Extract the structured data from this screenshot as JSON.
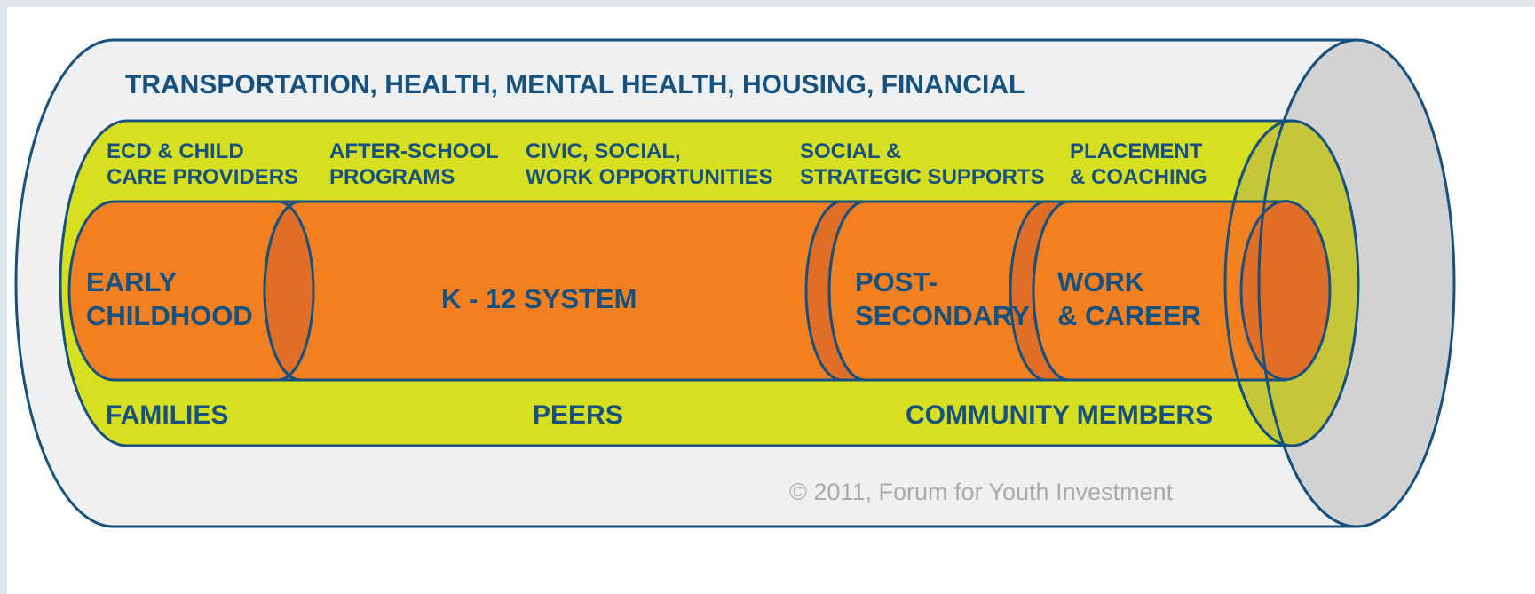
{
  "outer_ring": {
    "label": "TRANSPORTATION, HEALTH, MENTAL HEALTH, HOUSING, FINANCIAL"
  },
  "supports": [
    {
      "line1": "ECD & CHILD",
      "line2": "CARE PROVIDERS"
    },
    {
      "line1": "AFTER-SCHOOL",
      "line2": "PROGRAMS"
    },
    {
      "line1": "CIVIC, SOCIAL,",
      "line2": "WORK OPPORTUNITIES"
    },
    {
      "line1": "SOCIAL &",
      "line2": "STRATEGIC SUPPORTS"
    },
    {
      "line1": "PLACEMENT",
      "line2": "& COACHING"
    }
  ],
  "stages": {
    "early_childhood": {
      "line1": "EARLY",
      "line2": "CHILDHOOD"
    },
    "k12": {
      "label": "K - 12 SYSTEM"
    },
    "post_secondary": {
      "line1": "POST-",
      "line2": "SECONDARY"
    },
    "work_career": {
      "line1": "WORK",
      "line2": "& CAREER"
    }
  },
  "people": {
    "families": "FAMILIES",
    "peers": "PEERS",
    "community": "COMMUNITY MEMBERS"
  },
  "copyright": "© 2011, Forum for Youth Investment",
  "colors": {
    "stroke": "#17517f",
    "outer_fill": "#eef0f1",
    "outer_end": "#d2d2d2",
    "middle_fill": "#d7e020",
    "middle_end": "#c6c63a",
    "inner_fill": "#f28021",
    "inner_ring": "#e06e26"
  }
}
